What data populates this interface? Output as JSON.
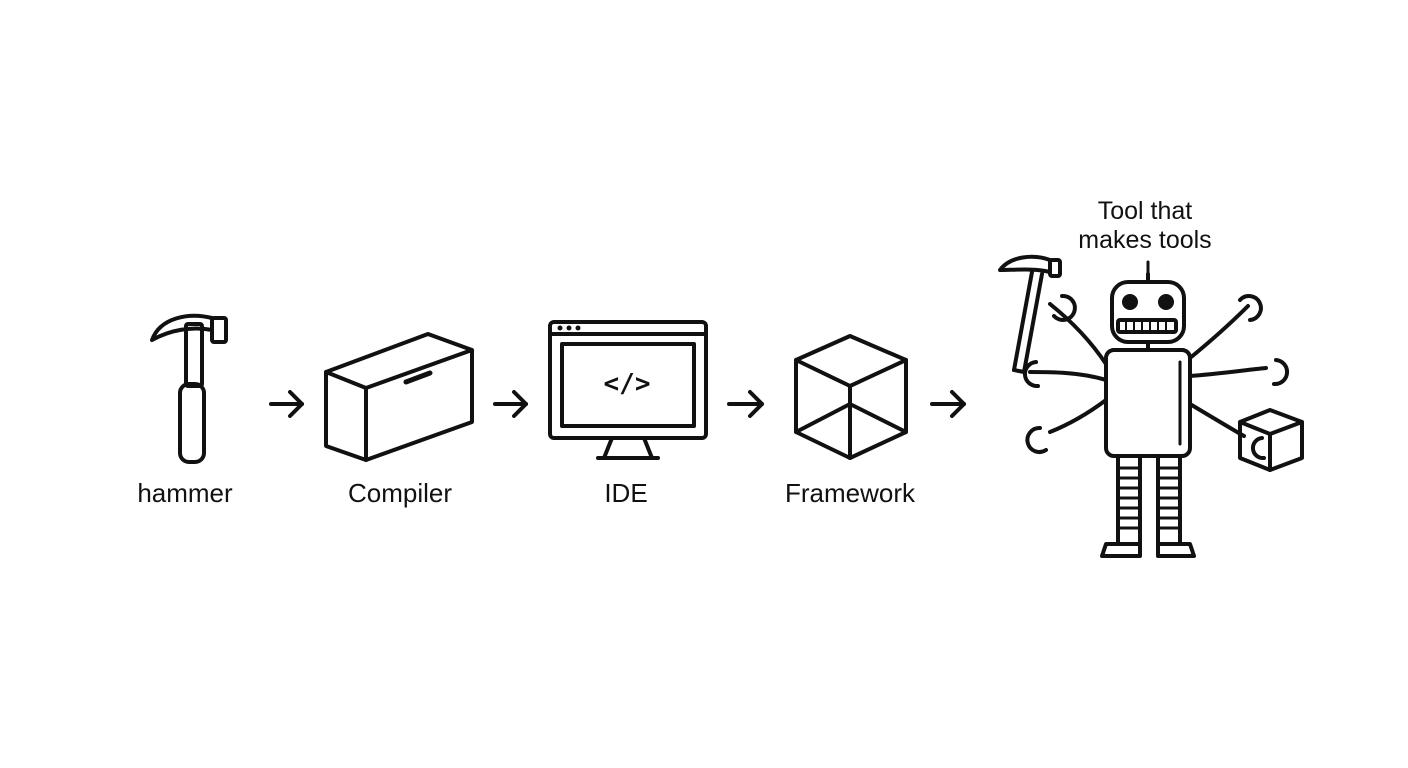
{
  "steps": [
    {
      "label": "hammer",
      "icon": "hammer-icon"
    },
    {
      "label": "Compiler",
      "icon": "box-icon"
    },
    {
      "label": "IDE",
      "icon": "monitor-code-icon"
    },
    {
      "label": "Framework",
      "icon": "cube-icon"
    }
  ],
  "final": {
    "caption_line1": "Tool that",
    "caption_line2": "makes tools",
    "icon": "multi-arm-robot-icon"
  },
  "code_glyph": "</>",
  "colors": {
    "stroke": "#111111",
    "background": "#ffffff"
  }
}
